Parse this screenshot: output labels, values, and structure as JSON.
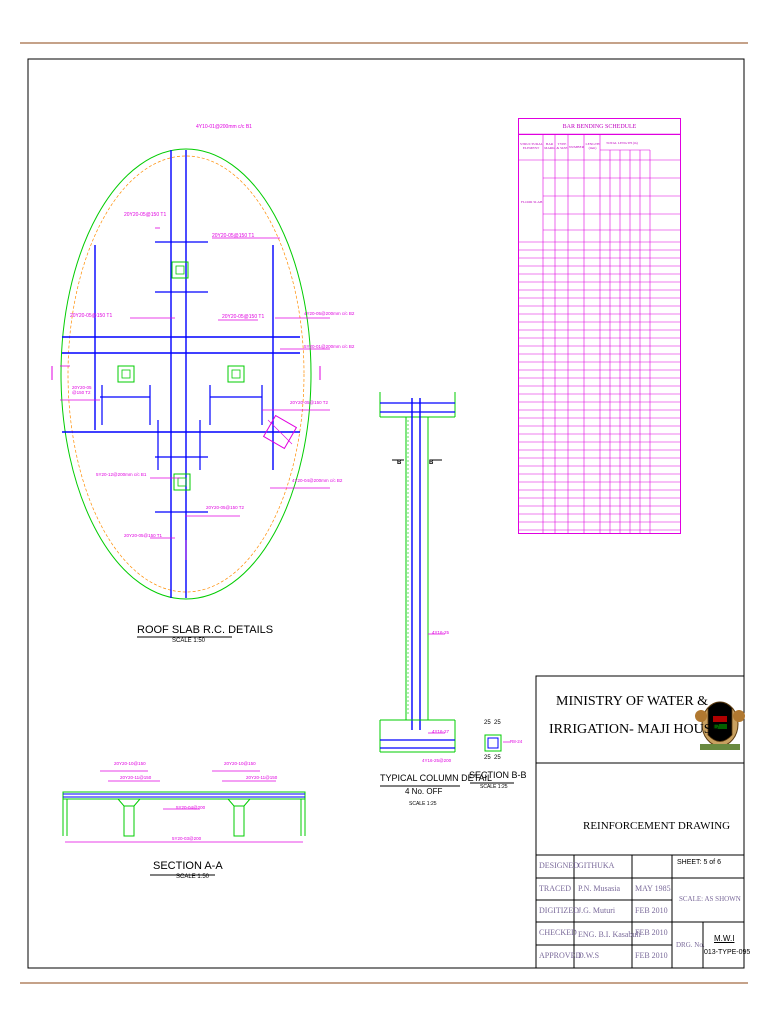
{
  "colors": {
    "frame": "#8b4513",
    "bars": "#0000ff",
    "dims": "#e000e0",
    "outline": "#00cc00",
    "dashed": "#ff8c00",
    "title_text": "#7a6a9a"
  },
  "plan": {
    "title": "ROOF SLAB R.C. DETAILS",
    "scale": "SCALE 1:50",
    "labels": {
      "top_bar": "4Y10-01@200mm c/c B1",
      "top_left": "20Y20-05@150 T1",
      "top_right": "20Y20-05@150 T1",
      "mid_left_top": "20Y20-05@150 T1",
      "mid_center": "20Y20-05@150 T1",
      "right_a": "4Y20-05@200mm c/c B2",
      "right_b": "5Y20-01@200mm c/c B2",
      "left_mid": "20Y20-05 @150 T2",
      "right_c": "20Y20-05@150 T2",
      "bottom_left": "5Y20-12@200mm c/c B1",
      "right_d": "4Y20-04@200mm c/c B2",
      "bottom_right": "20Y20-05@150 T2",
      "bottom_left2": "20Y20-05@150 T1"
    }
  },
  "column": {
    "title": "TYPICAL COLUMN DETAIL",
    "subtitle": "4 No. OFF",
    "scale": "SCALE 1:25",
    "label_mid": "4Y16-25",
    "label_low": "4Y16-27",
    "label_base": "4Y16-25@200",
    "section_mark": "B"
  },
  "section_bb": {
    "title": "SECTION B-B",
    "scale": "SCALE 1:25",
    "dim_a": "25",
    "dim_b": "25",
    "label": "R8-24"
  },
  "section_aa": {
    "title": "SECTION A-A",
    "scale": "SCALE 1:50",
    "label_1": "20Y20-10@150",
    "label_2": "20Y20-11@150",
    "label_3": "20Y20-10@150",
    "label_4": "20Y20-11@150",
    "label_5": "5Y20-04@200",
    "label_6": "5Y20-03@200"
  },
  "schedule": {
    "title": "BAR BENDING SCHEDULE",
    "headers": [
      "STRUCTURAL ELEMENT",
      "BAR MARK",
      "TYPE & SIZE",
      "NUMBER",
      "LENGTH (mm)",
      "TOTAL LENGTH (m)"
    ],
    "element": "FLOOR SLAB"
  },
  "title_block": {
    "org_line1": "MINISTRY OF WATER &",
    "org_line2": "IRRIGATION- MAJI HOUSE",
    "drawing_title": "REINFORCEMENT DRAWING",
    "rows": [
      {
        "role": "DESIGNED",
        "name": "GITHUKA",
        "date": ""
      },
      {
        "role": "TRACED",
        "name": "P.N. Musasia",
        "date": "MAY 1985"
      },
      {
        "role": "DIGITIZED",
        "name": "J.G. Muturi",
        "date": "FEB 2010"
      },
      {
        "role": "CHECKED",
        "name": "ENG. B.I. Kasabuli",
        "date": "FEB 2010"
      },
      {
        "role": "APPROVED",
        "name": "D.W.S",
        "date": "FEB 2010"
      }
    ],
    "sheet": "SHEET: 5 of 6",
    "scale": "SCALE: AS SHOWN",
    "drg_no_label": "DRG. No.",
    "drg_no_1": "M.W.I",
    "drg_no_2": "013-TYPE-095"
  }
}
